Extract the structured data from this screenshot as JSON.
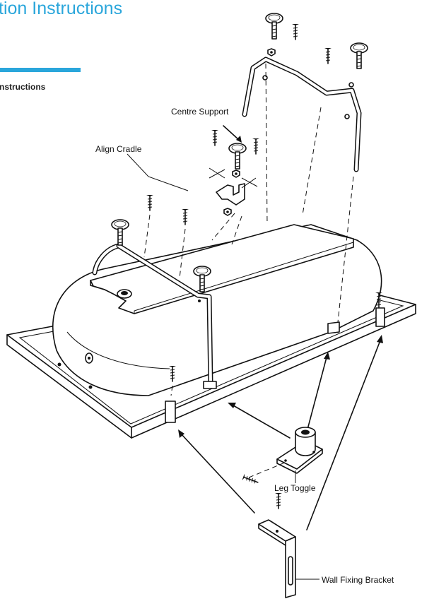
{
  "header": {
    "title": "tion Instructions",
    "subheading": "nstructions"
  },
  "labels": {
    "centre_support": "Centre Support",
    "align_cradle": "Align Cradle",
    "leg_toggle": "Leg Toggle",
    "wall_fixing_bracket": "Wall Fixing Bracket"
  },
  "colors": {
    "accent": "#2aa6db",
    "line": "#111111"
  }
}
